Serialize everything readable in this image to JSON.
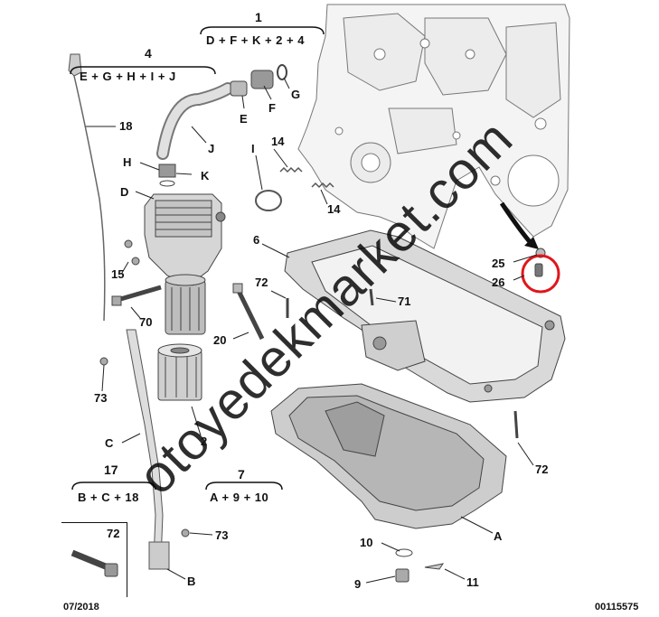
{
  "watermark": "otoyedekmarket.com",
  "footer": {
    "date": "07/2018",
    "ref": "00115575"
  },
  "highlight_color": "#e0161b",
  "groups": {
    "g1": {
      "num": "1",
      "formula": "D + F + K + 2 + 4"
    },
    "g4": {
      "num": "4",
      "formula": "E + G + H + I + J"
    },
    "g17": {
      "num": "17",
      "formula": "B + C + 18"
    },
    "g7": {
      "num": "7",
      "formula": "A + 9 + 10"
    }
  },
  "callouts": {
    "c18": "18",
    "cE": "E",
    "cF": "F",
    "cG": "G",
    "cJ": "J",
    "cH": "H",
    "cK": "K",
    "cD": "D",
    "cI": "I",
    "c14a": "14",
    "c14b": "14",
    "c6": "6",
    "c25": "25",
    "c26": "26",
    "c15": "15",
    "c72a": "72",
    "c71": "71",
    "c70": "70",
    "c20": "20",
    "c73a": "73",
    "c2": "2",
    "cC": "C",
    "c72b": "72",
    "cA": "A",
    "c73b": "73",
    "c10": "10",
    "c9": "9",
    "c11": "11",
    "cB": "B",
    "c72box": "72"
  }
}
